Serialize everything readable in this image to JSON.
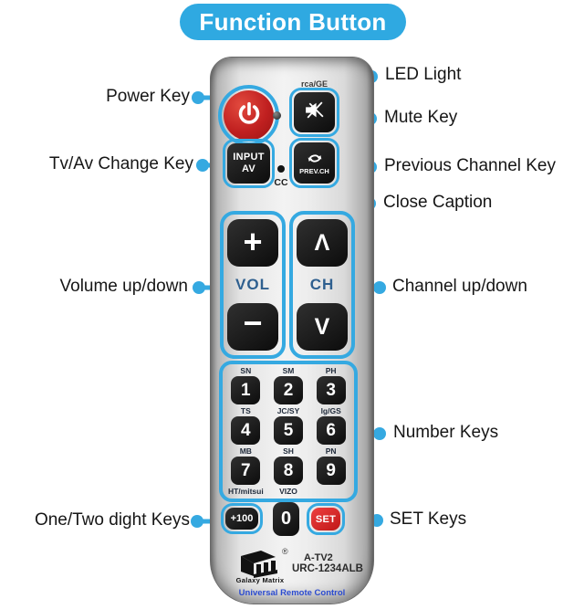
{
  "title": "Function Button",
  "colors": {
    "accent": "#2FA9E1",
    "power_red": "#C02020",
    "set_red": "#D92B2B",
    "vol_ch_blue": "#2E5F8F"
  },
  "annotations": {
    "left": {
      "power": "Power Key",
      "tv_av": "Tv/Av Change Key",
      "volume": "Volume up/down",
      "one_two": "One/Two dight Keys"
    },
    "right": {
      "led": "LED Light",
      "mute": "Mute Key",
      "prev_ch": "Previous Channel Key",
      "close_caption": "Close Caption",
      "channel": "Channel up/down",
      "number": "Number Keys",
      "set": "SET Keys"
    }
  },
  "remote": {
    "top_label": "rca/GE",
    "input_av_line1": "INPUT",
    "input_av_line2": "AV",
    "prev_ch_label": "PREV.CH",
    "cc_label": "CC",
    "vol": {
      "label": "VOL",
      "up": "+",
      "down": "−"
    },
    "ch": {
      "label": "CH",
      "up": "Λ",
      "down": "V"
    },
    "number_keys": [
      {
        "tag": "SN",
        "digit": "1"
      },
      {
        "tag": "SM",
        "digit": "2"
      },
      {
        "tag": "PH",
        "digit": "3"
      },
      {
        "tag": "TS",
        "digit": "4"
      },
      {
        "tag": "JC/SY",
        "digit": "5"
      },
      {
        "tag": "lg/GS",
        "digit": "6"
      },
      {
        "tag": "MB",
        "digit": "7"
      },
      {
        "tag": "SH",
        "digit": "8"
      },
      {
        "tag": "PN",
        "digit": "9"
      }
    ],
    "bottom_tags": {
      "left": "HT/mitsui",
      "mid": "VIZO",
      "right": ""
    },
    "plus100": "+100",
    "zero": "0",
    "set": "SET",
    "registered_mark": "®",
    "brand": "Galaxy Matrix",
    "model_line1": "A-TV2",
    "model_line2": "URC-1234ALB",
    "footer": "Universal Remote Control"
  }
}
